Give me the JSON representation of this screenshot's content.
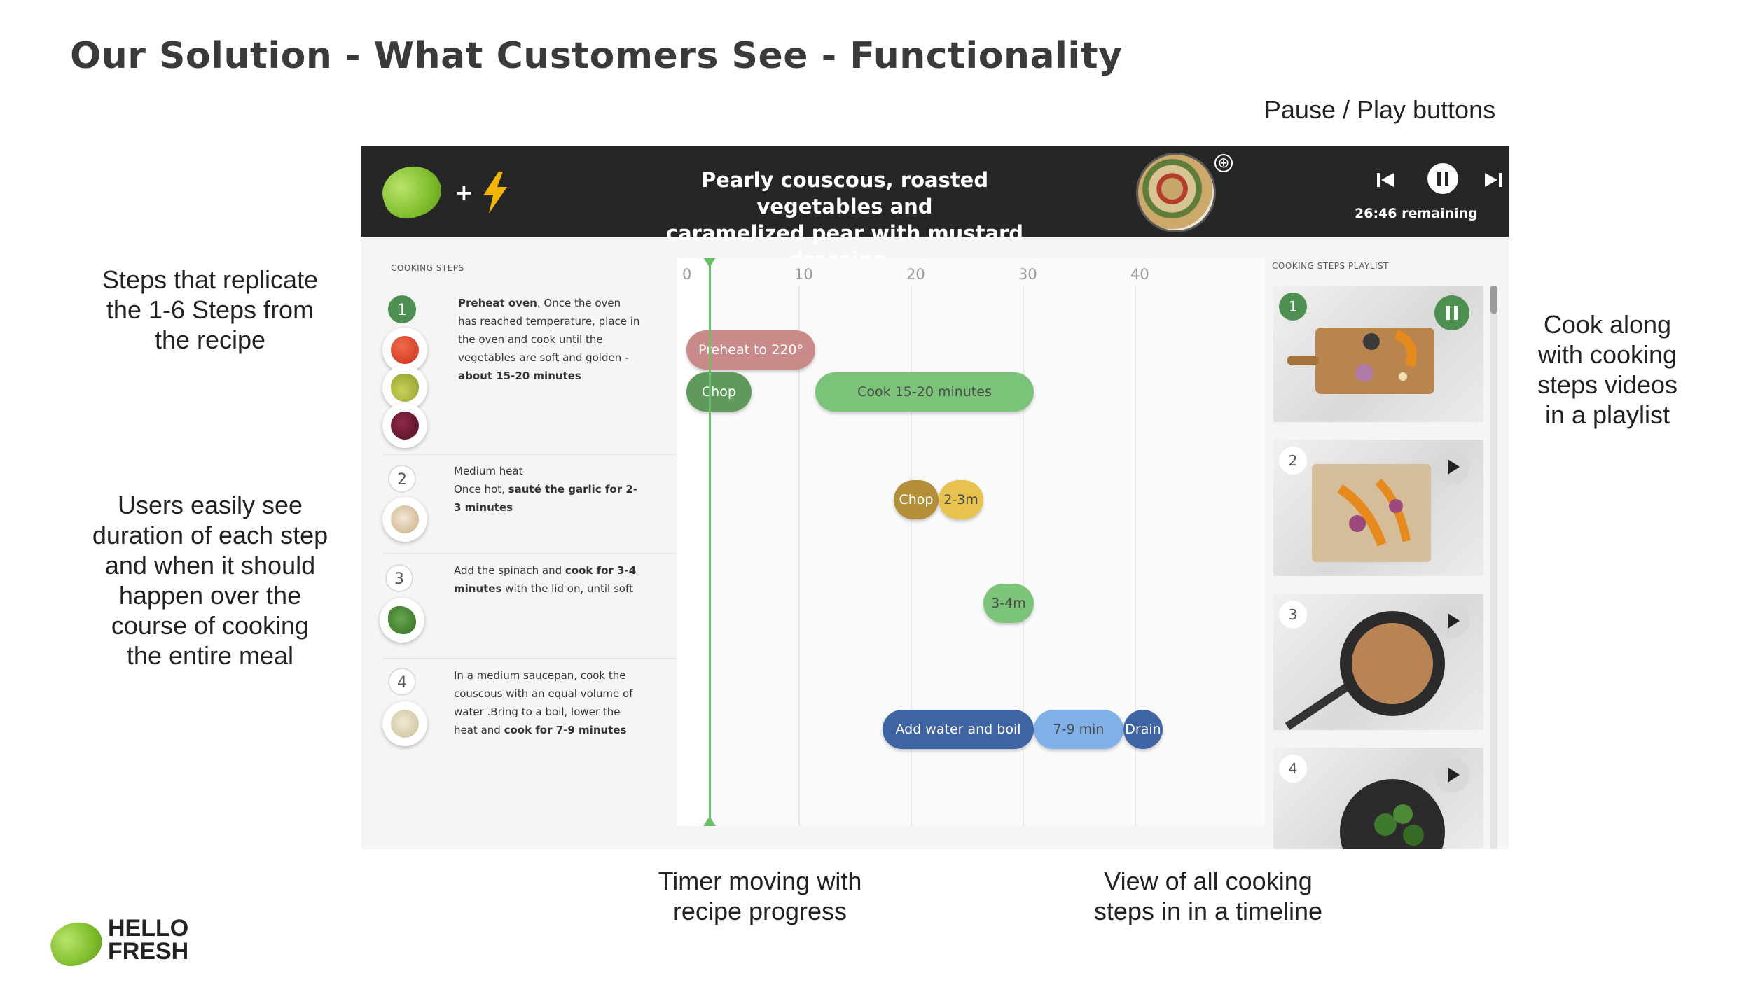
{
  "slide": {
    "title": "Our Solution - What Customers See - Functionality",
    "annotations": {
      "pause_play": "Pause / Play buttons",
      "steps_replicate": "Steps that replicate the 1-6 Steps from the recipe",
      "duration": "Users easily see duration of each step and when it should happen over the course of cooking the entire meal",
      "cook_along": "Cook along with cooking steps videos in a playlist",
      "timer": "Timer moving with recipe progress",
      "timeline_view": "View of all cooking steps in in a timeline"
    },
    "logo": {
      "line1": "HELLO",
      "line2": "FRESH"
    }
  },
  "header": {
    "plus": "+",
    "recipe_title_line1": "Pearly couscous, roasted vegetables and",
    "recipe_title_line2": "caramelized pear with mustard dressing",
    "caret": "▾",
    "add_icon": "⊕",
    "remaining": "26:46 remaining",
    "icons": [
      "lime-icon",
      "lightning-bolt-icon",
      "add-circle-icon",
      "skip-back-icon",
      "pause-icon",
      "skip-forward-icon"
    ]
  },
  "cooking_steps": {
    "label": "COOKING STEPS",
    "steps": [
      {
        "num": "1",
        "bold1": "Preheat oven",
        "text1": ". Once the oven has reached temperature, place in the oven and cook until the vegetables are soft and golden -",
        "bold2": "about 15-20 minutes"
      },
      {
        "num": "2",
        "line1": "Medium heat",
        "text1": "Once hot, ",
        "bold1": "sauté the garlic for 2-3 minutes"
      },
      {
        "num": "3",
        "text1": "Add the spinach and ",
        "bold1": "cook for 3-4 minutes",
        "text2": " with the lid on, until soft"
      },
      {
        "num": "4",
        "text1": "In a medium saucepan, cook the couscous with an equal volume of water .Bring to a boil, lower the heat and ",
        "bold1": "cook for 7-9 minutes"
      }
    ]
  },
  "timeline": {
    "ticks": [
      "0",
      "10",
      "20",
      "30",
      "40"
    ],
    "current_minute": 2,
    "pills": [
      {
        "label": "Preheat to 220°",
        "start": 0,
        "end": 11.5,
        "color": "#c98a8a"
      },
      {
        "label": "Chop",
        "start": 0,
        "end": 5.8,
        "color": "#5f9a5c"
      },
      {
        "label": "Cook 15-20 minutes",
        "start": 11.5,
        "end": 31,
        "color": "#7bc47a"
      },
      {
        "label": "Chop",
        "start": 18.5,
        "end": 22.5,
        "color": "#b38f3a"
      },
      {
        "label": "2-3m",
        "start": 22.5,
        "end": 26.5,
        "color": "#e8c24e"
      },
      {
        "label": "3-4m",
        "start": 26.5,
        "end": 31,
        "color": "#7bc47a"
      },
      {
        "label": "Add water and boil",
        "start": 17.5,
        "end": 31,
        "color": "#3f64a3"
      },
      {
        "label": "7-9 min",
        "start": 31,
        "end": 39,
        "color": "#7fb0e8"
      },
      {
        "label": "Drain",
        "start": 39,
        "end": 42.5,
        "color": "#3f64a3"
      }
    ]
  },
  "playlist": {
    "label": "COOKING STEPS PLAYLIST",
    "items": [
      {
        "num": "1",
        "state": "playing"
      },
      {
        "num": "2",
        "state": "paused"
      },
      {
        "num": "3",
        "state": "paused"
      },
      {
        "num": "4",
        "state": "paused"
      }
    ]
  }
}
